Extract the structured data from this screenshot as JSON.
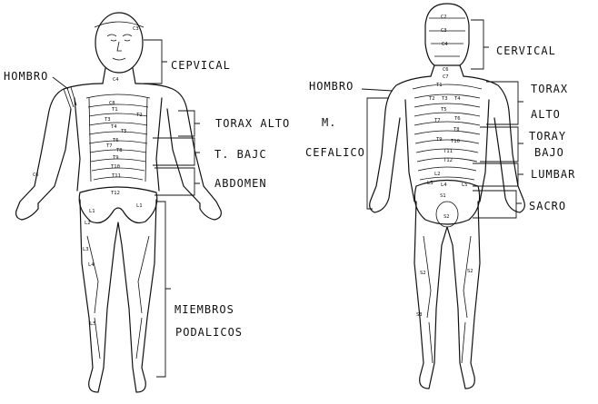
{
  "front": {
    "labels": {
      "hombro": "HOMBRO",
      "cervical": "CEPVICAL",
      "torax_alto": "TORAX ALTO",
      "t_bajo": "T. BAJC",
      "abdomen": "ABDOMEN",
      "miembros": "MIEMBROS",
      "podalicos": "PODALICOS"
    },
    "segments": {
      "c3": "C3",
      "c4": "C4",
      "c8": "C8",
      "t1": "T1",
      "t2": "T2",
      "t3": "T3",
      "t4": "T4",
      "t5": "T5",
      "t6": "T6",
      "t7": "T7",
      "t8": "T8",
      "t9": "T9",
      "t10": "T10",
      "t11": "T11",
      "t12": "T12",
      "c6": "C6",
      "l1": "L1",
      "l2": "L2",
      "l3": "L3",
      "l4": "L4",
      "l5": "L5"
    }
  },
  "back": {
    "labels": {
      "cervical": "CERVICAL",
      "hombro": "HOMBRO",
      "torax": "TORAX",
      "alto": "ALTO",
      "m": "M.",
      "cefalico": "CEFALICO",
      "toray": "TORAY",
      "bajo": "BAJO",
      "lumbar": "LUMBAR",
      "sacro": "SACRO"
    },
    "segments": {
      "c2": "C2",
      "c3": "C3",
      "c4": "C4",
      "c6": "C6",
      "c7": "C7",
      "t1": "T1",
      "t2": "T2",
      "t3": "T3",
      "t4": "T4",
      "t5": "T5",
      "t6": "T6",
      "t7": "T7",
      "t8": "T8",
      "t9": "T9",
      "t10": "T10",
      "t11": "T11",
      "t12": "T12",
      "l2": "L2",
      "l3": "L3",
      "l4": "L4",
      "l5": "L5",
      "s1": "S1",
      "s2": "S2",
      "s2b": "S2",
      "s3": "S3"
    }
  }
}
